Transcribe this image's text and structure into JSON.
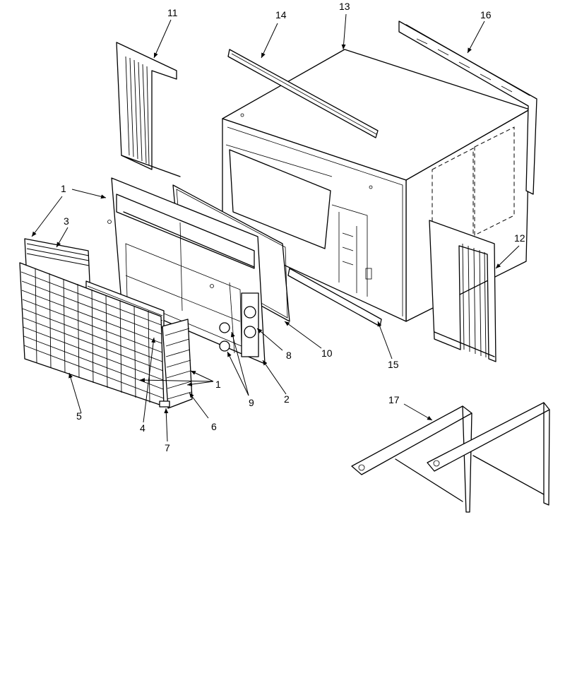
{
  "callouts": {
    "c1a": "1",
    "c1b": "1",
    "c2": "2",
    "c3": "3",
    "c4": "4",
    "c5": "5",
    "c6": "6",
    "c7": "7",
    "c8": "8",
    "c9": "9",
    "c10": "10",
    "c11": "11",
    "c12": "12",
    "c13": "13",
    "c14": "14",
    "c15": "15",
    "c16": "16",
    "c17": "17"
  }
}
